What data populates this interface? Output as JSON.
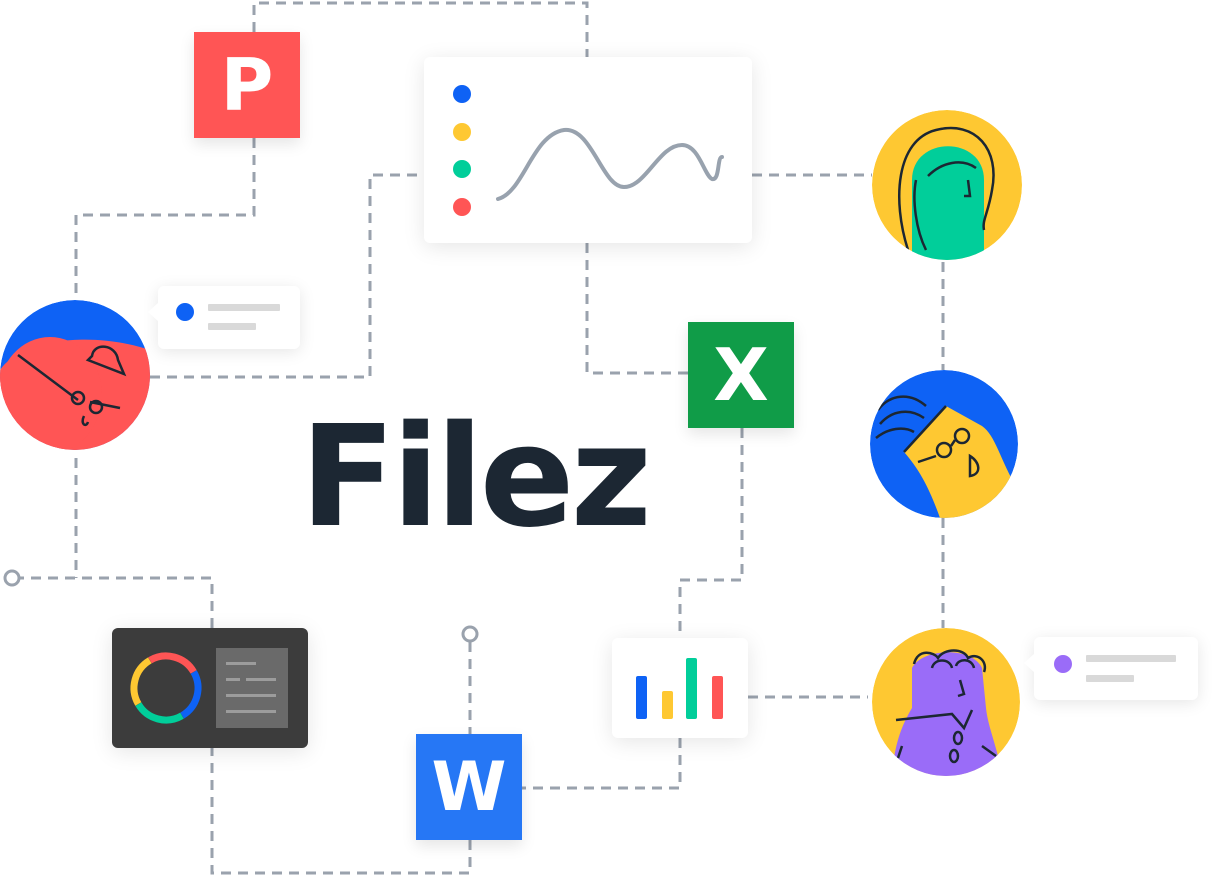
{
  "title": "Filez",
  "file_tiles": {
    "powerpoint": {
      "letter": "P",
      "color": "#ff5555"
    },
    "excel": {
      "letter": "X",
      "color": "#109c48"
    },
    "word": {
      "letter": "W",
      "color": "#2677f5"
    }
  },
  "palette": {
    "blue": "#0e62f5",
    "yellow": "#fec832",
    "green": "#01ce9a",
    "red": "#ff5555",
    "purple": "#9a6cf8",
    "dark": "#3c3c3c",
    "connector": "#9aa2ad"
  },
  "icons": [
    "powerpoint-file-icon",
    "excel-file-icon",
    "word-file-icon",
    "line-chart-icon",
    "bar-chart-icon",
    "donut-chart-icon"
  ]
}
